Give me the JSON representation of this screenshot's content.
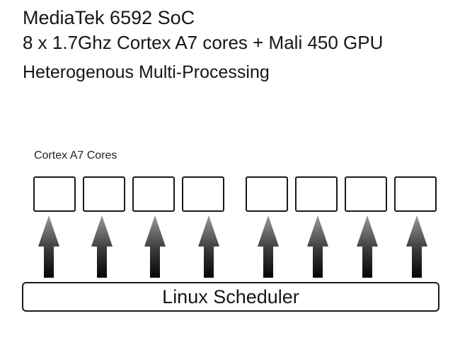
{
  "header": {
    "title": "MediaTek 6592 SoC",
    "subtitle": "8 x 1.7Ghz Cortex A7 cores + Mali 450 GPU",
    "mode": "Heterogenous Multi-Processing"
  },
  "diagram": {
    "cores_label": "Cortex A7 Cores",
    "core_count": 8,
    "scheduler_label": "Linux Scheduler"
  }
}
